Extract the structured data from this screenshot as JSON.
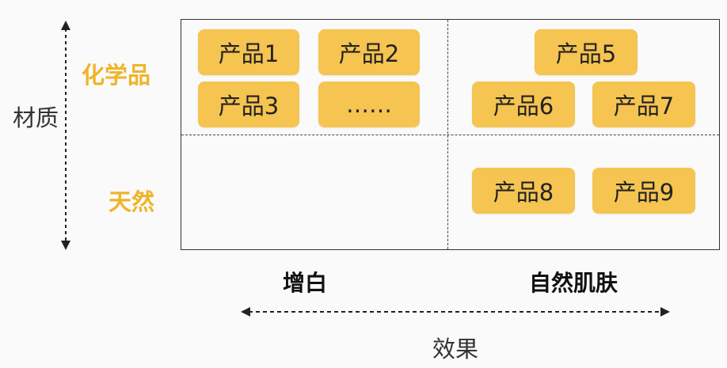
{
  "axes": {
    "y_title": "材质",
    "x_title": "效果"
  },
  "rows": [
    {
      "label": "化学品"
    },
    {
      "label": "天然"
    }
  ],
  "columns": [
    {
      "label": "增白"
    },
    {
      "label": "自然肌肤"
    }
  ],
  "products": {
    "p1": "产品1",
    "p2": "产品2",
    "p3": "产品3",
    "ellipsis": "……",
    "p5": "产品5",
    "p6": "产品6",
    "p7": "产品7",
    "p8": "产品8",
    "p9": "产品9"
  },
  "colors": {
    "tag_fill": "#f5c451",
    "row_label": "#f0b429",
    "text": "#222222"
  }
}
